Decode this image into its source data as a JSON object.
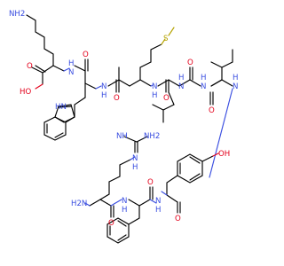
{
  "molecule": {
    "atom_labels": {
      "amine_top": "NH2",
      "acid_oh": "HO",
      "acid_o": "O",
      "o_lys_trp": "O",
      "nh_lys": "H",
      "n_lys": "N",
      "nh_trp": "H",
      "n_trp_amide": "N",
      "indole_nh": "HN",
      "o_trp_met": "O",
      "nh_met": "H",
      "n_met": "N",
      "s_met": "S",
      "o_met_val": "O",
      "nh_val1": "H",
      "n_val1": "N",
      "o_val1": "O",
      "nh_val2": "H",
      "n_val2": "N",
      "o_val2": "O",
      "nh_tyr": "H",
      "n_tyr": "N",
      "tyr_oh": "OH",
      "guan_nh_top": "NH",
      "guan_nh2": "NH2",
      "guan_n": "N",
      "guan_h": "H",
      "nh2_bottom": "H2N",
      "o_arg": "O",
      "nh_phe": "H",
      "n_phe": "N",
      "o_phe": "O",
      "nh_phe_tyr": "H",
      "n_phe_tyr": "N",
      "o_tyr": "O"
    }
  }
}
